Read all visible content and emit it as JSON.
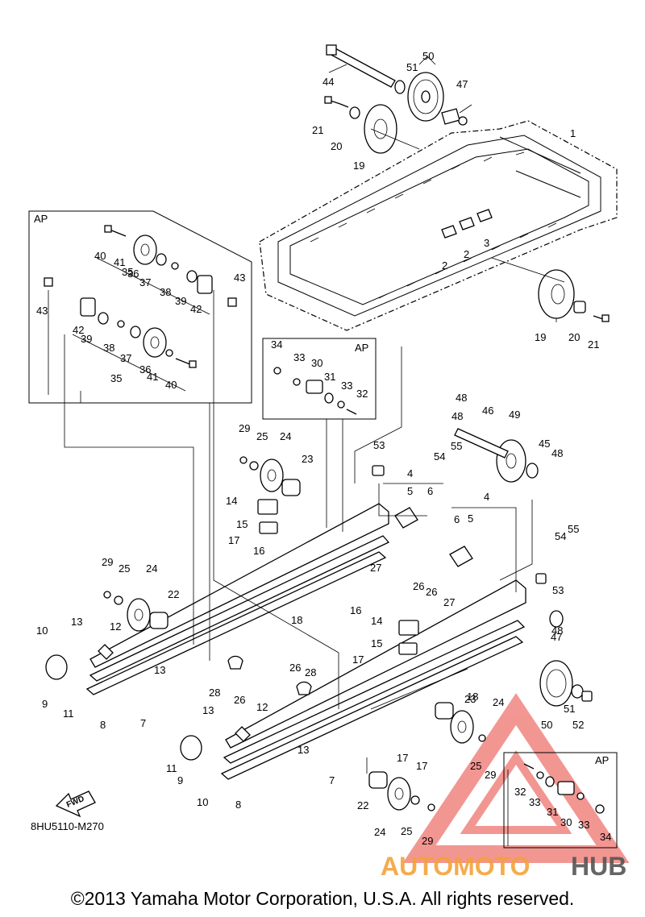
{
  "diagram": {
    "box_labels": {
      "top_left": "AP",
      "middle": "AP",
      "bottom_right": "AP"
    },
    "fwd_label": "FWD",
    "figure_code": "8HU5110-M270",
    "copyright": "©2013 Yamaha Motor Corporation, U.S.A. All rights reserved.",
    "watermark": {
      "part1": "AUTOMOTO",
      "part2": "HUB",
      "color1": "#f4a23a",
      "color2": "#555555",
      "logo_color": "#e8423a"
    },
    "callouts": [
      "1",
      "2",
      "2",
      "3",
      "4",
      "4",
      "5",
      "5",
      "6",
      "6",
      "7",
      "7",
      "8",
      "8",
      "9",
      "9",
      "10",
      "10",
      "11",
      "11",
      "12",
      "12",
      "13",
      "13",
      "13",
      "13",
      "14",
      "14",
      "15",
      "15",
      "16",
      "16",
      "17",
      "17",
      "17",
      "17",
      "18",
      "18",
      "19",
      "19",
      "20",
      "20",
      "21",
      "21",
      "22",
      "22",
      "23",
      "23",
      "24",
      "24",
      "24",
      "24",
      "25",
      "25",
      "25",
      "25",
      "26",
      "26",
      "26",
      "26",
      "27",
      "27",
      "28",
      "28",
      "29",
      "29",
      "29",
      "29",
      "30",
      "30",
      "31",
      "31",
      "32",
      "32",
      "33",
      "33",
      "33",
      "33",
      "34",
      "34",
      "35",
      "35",
      "36",
      "36",
      "37",
      "37",
      "38",
      "38",
      "39",
      "39",
      "40",
      "40",
      "41",
      "41",
      "42",
      "42",
      "43",
      "43",
      "44",
      "45",
      "46",
      "47",
      "47",
      "48",
      "48",
      "48",
      "48",
      "49",
      "50",
      "50",
      "51",
      "51",
      "52",
      "53",
      "53",
      "54",
      "54",
      "55",
      "55"
    ]
  }
}
